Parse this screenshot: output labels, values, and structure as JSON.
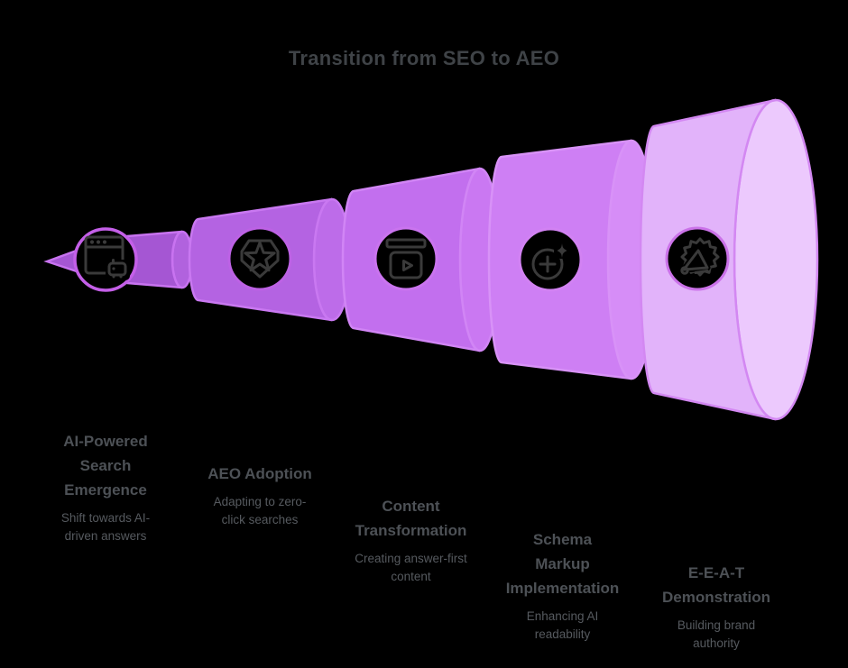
{
  "title": "Transition from SEO to AEO",
  "background_color": "#000000",
  "title_color": "#3f4347",
  "heading_color": "#4d5156",
  "subtitle_color": "#565a5f",
  "icon_color": "#3a3a3a",
  "stages": [
    {
      "heading": "AI-Powered\nSearch\nEmergence",
      "subtitle": "Shift towards AI-\ndriven answers",
      "icon": "browser-robot-icon",
      "colors": {
        "body": "#a556d3",
        "cap": "#b162de",
        "stroke": "#c873f0",
        "ring": "#c45fe8"
      }
    },
    {
      "heading": "AEO Adoption",
      "subtitle": "Adapting to zero-\nclick searches",
      "icon": "badge-star-icon",
      "colors": {
        "body": "#b463e2",
        "cap": "#bd6ce9",
        "stroke": "#c978f1",
        "ring": "#bd62e5"
      }
    },
    {
      "heading": "Content\nTransformation",
      "subtitle": "Creating answer-first\ncontent",
      "icon": "video-browser-icon",
      "colors": {
        "body": "#c26fee",
        "cap": "#ca78f2",
        "stroke": "#d185f5",
        "ring": "#ca74ef"
      }
    },
    {
      "heading": "Schema\nMarkup\nImplementation",
      "subtitle": "Enhancing AI\nreadability",
      "icon": "add-sparkle-icon",
      "colors": {
        "body": "#ce7ff4",
        "cap": "#d68df7",
        "stroke": "#d892f7",
        "ring": "#d282f3"
      }
    },
    {
      "heading": "E-E-A-T\nDemonstration",
      "subtitle": "Building brand\nauthority",
      "icon": "megaphone-burst-icon",
      "colors": {
        "body": "#e2b3fa",
        "cap": "#ecc9fd",
        "stroke": "#d388f2",
        "ring": "#cb72e9"
      }
    }
  ]
}
